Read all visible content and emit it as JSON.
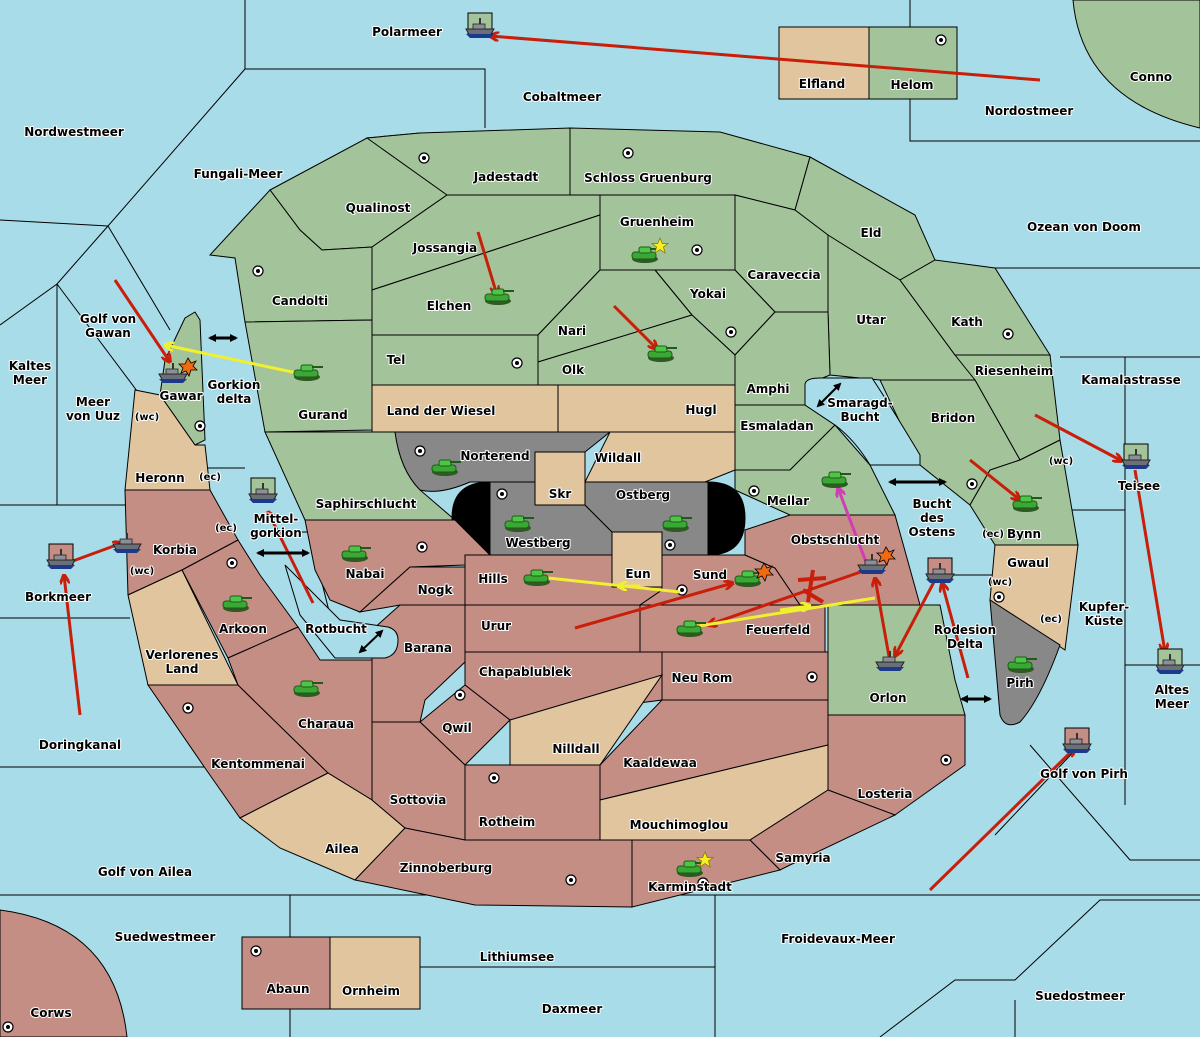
{
  "colors": {
    "sea": "#a8dce8",
    "power_green": "#a3c49a",
    "power_red": "#c48e85",
    "neutral": "#e0c59e",
    "impassable": "#888888",
    "order_move": "#c81e0a",
    "order_support": "#f0f030",
    "order_convoy": "#d23cb4"
  },
  "regions": [
    {
      "id": "polarmeer",
      "label": "Polarmeer",
      "type": "sea"
    },
    {
      "id": "cobaltmeer",
      "label": "Cobaltmeer",
      "type": "sea"
    },
    {
      "id": "nordwestmeer",
      "label": "Nordwestmeer",
      "type": "sea"
    },
    {
      "id": "fungali",
      "label": "Fungali-Meer",
      "type": "sea"
    },
    {
      "id": "nordostmeer",
      "label": "Nordostmeer",
      "type": "sea"
    },
    {
      "id": "ozean",
      "label": "Ozean von Doom",
      "type": "sea"
    },
    {
      "id": "kamalastrasse",
      "label": "Kamalastrasse",
      "type": "sea"
    },
    {
      "id": "kaltes",
      "label": "Kaltes Meer",
      "type": "sea"
    },
    {
      "id": "uuz",
      "label": "Meer von Uuz",
      "type": "sea"
    },
    {
      "id": "golfgawan",
      "label": "Golf von Gawan",
      "type": "sea"
    },
    {
      "id": "gorkiondelta",
      "label": "Gorkion delta",
      "type": "sea"
    },
    {
      "id": "mittelgorkion",
      "label": "Mittel-gorkion",
      "type": "sea"
    },
    {
      "id": "rotbucht",
      "label": "Rotbucht",
      "type": "sea"
    },
    {
      "id": "borkmeer",
      "label": "Borkmeer",
      "type": "sea"
    },
    {
      "id": "doringkanal",
      "label": "Doringkanal",
      "type": "sea"
    },
    {
      "id": "golfailea",
      "label": "Golf von Ailea",
      "type": "sea"
    },
    {
      "id": "suedwestmeer",
      "label": "Suedwestmeer",
      "type": "sea"
    },
    {
      "id": "lithiumsee",
      "label": "Lithiumsee",
      "type": "sea"
    },
    {
      "id": "daxmeer",
      "label": "Daxmeer",
      "type": "sea"
    },
    {
      "id": "froidevaux",
      "label": "Froidevaux-Meer",
      "type": "sea"
    },
    {
      "id": "suedostmeer",
      "label": "Suedostmeer",
      "type": "sea"
    },
    {
      "id": "golfpirh",
      "label": "Golf von Pirh",
      "type": "sea"
    },
    {
      "id": "altesmeer",
      "label": "Altes Meer",
      "type": "sea"
    },
    {
      "id": "kupfer",
      "label": "Kupfer-Küste",
      "type": "sea"
    },
    {
      "id": "rodesion",
      "label": "Rodesion Delta",
      "type": "sea"
    },
    {
      "id": "buchtostens",
      "label": "Bucht des Ostens",
      "type": "sea"
    },
    {
      "id": "smaragd",
      "label": "Smaragd-Bucht",
      "type": "sea"
    },
    {
      "id": "teisee",
      "label": "Teisee",
      "type": "sea"
    },
    {
      "id": "conno",
      "label": "Conno",
      "type": "green",
      "sc": true
    },
    {
      "id": "elfland",
      "label": "Elfland",
      "type": "tan"
    },
    {
      "id": "helom",
      "label": "Helom",
      "type": "green",
      "sc": true
    },
    {
      "id": "jadestadt",
      "label": "Jadestadt",
      "type": "green",
      "sc": true
    },
    {
      "id": "schloss",
      "label": "Schloss Gruenburg",
      "type": "green",
      "sc": true
    },
    {
      "id": "qualinost",
      "label": "Qualinost",
      "type": "green"
    },
    {
      "id": "jossangia",
      "label": "Jossangia",
      "type": "green"
    },
    {
      "id": "gruenheim",
      "label": "Gruenheim",
      "type": "green",
      "sc": true
    },
    {
      "id": "eld",
      "label": "Eld",
      "type": "green"
    },
    {
      "id": "candolti",
      "label": "Candolti",
      "type": "green",
      "sc": true
    },
    {
      "id": "elchen",
      "label": "Elchen",
      "type": "green"
    },
    {
      "id": "caraveccia",
      "label": "Caraveccia",
      "type": "green"
    },
    {
      "id": "yokai",
      "label": "Yokai",
      "type": "green",
      "sc": true
    },
    {
      "id": "nari",
      "label": "Nari",
      "type": "green"
    },
    {
      "id": "olk",
      "label": "Olk",
      "type": "green"
    },
    {
      "id": "tel",
      "label": "Tel",
      "type": "green",
      "sc": true
    },
    {
      "id": "utar",
      "label": "Utar",
      "type": "green"
    },
    {
      "id": "kath",
      "label": "Kath",
      "type": "green",
      "sc": true
    },
    {
      "id": "riesenheim",
      "label": "Riesenheim",
      "type": "green"
    },
    {
      "id": "gawar",
      "label": "Gawar",
      "type": "green",
      "sc": true
    },
    {
      "id": "gurand",
      "label": "Gurand",
      "type": "green"
    },
    {
      "id": "amphi",
      "label": "Amphi",
      "type": "green"
    },
    {
      "id": "esmaladan",
      "label": "Esmaladan",
      "type": "green"
    },
    {
      "id": "bridon",
      "label": "Bridon",
      "type": "green",
      "sc": true
    },
    {
      "id": "mellar",
      "label": "Mellar",
      "type": "green",
      "sc": true
    },
    {
      "id": "bynn",
      "label": "Bynn",
      "type": "green"
    },
    {
      "id": "saphirschlucht",
      "label": "Saphirschlucht",
      "type": "green"
    },
    {
      "id": "orlon",
      "label": "Orlon",
      "type": "green"
    },
    {
      "id": "landwiesel",
      "label": "Land der Wiesel",
      "type": "tan"
    },
    {
      "id": "hugl",
      "label": "Hugl",
      "type": "tan"
    },
    {
      "id": "wildall",
      "label": "Wildall",
      "type": "tan"
    },
    {
      "id": "skr",
      "label": "Skr",
      "type": "tan"
    },
    {
      "id": "eun",
      "label": "Eun",
      "type": "tan"
    },
    {
      "id": "heronn",
      "label": "Heronn",
      "type": "tan"
    },
    {
      "id": "gwaul",
      "label": "Gwaul",
      "type": "tan"
    },
    {
      "id": "verlorenes",
      "label": "Verlorenes Land",
      "type": "tan"
    },
    {
      "id": "nilldall",
      "label": "Nilldall",
      "type": "tan"
    },
    {
      "id": "mouchimoglou",
      "label": "Mouchimoglou",
      "type": "tan"
    },
    {
      "id": "ailea",
      "label": "Ailea",
      "type": "tan"
    },
    {
      "id": "ornheim",
      "label": "Ornheim",
      "type": "tan"
    },
    {
      "id": "norterend",
      "label": "Norterend",
      "type": "gray",
      "sc": true
    },
    {
      "id": "westberg",
      "label": "Westberg",
      "type": "gray",
      "sc": true
    },
    {
      "id": "ostberg",
      "label": "Ostberg",
      "type": "gray",
      "sc": true
    },
    {
      "id": "pirh",
      "label": "Pirh",
      "type": "gray",
      "sc": true
    },
    {
      "id": "korbia",
      "label": "Korbia",
      "type": "red"
    },
    {
      "id": "arkoon",
      "label": "Arkoon",
      "type": "red",
      "sc": true
    },
    {
      "id": "nabai",
      "label": "Nabai",
      "type": "red",
      "sc": true
    },
    {
      "id": "nogk",
      "label": "Nogk",
      "type": "red"
    },
    {
      "id": "hills",
      "label": "Hills",
      "type": "red"
    },
    {
      "id": "sund",
      "label": "Sund",
      "type": "red",
      "sc": true
    },
    {
      "id": "obstschlucht",
      "label": "Obstschlucht",
      "type": "red"
    },
    {
      "id": "urur",
      "label": "Urur",
      "type": "red"
    },
    {
      "id": "feuerfeld",
      "label": "Feuerfeld",
      "type": "red"
    },
    {
      "id": "barana",
      "label": "Barana",
      "type": "red"
    },
    {
      "id": "chapablublek",
      "label": "Chapablublek",
      "type": "red"
    },
    {
      "id": "neurom",
      "label": "Neu Rom",
      "type": "red",
      "sc": true
    },
    {
      "id": "charaua",
      "label": "Charaua",
      "type": "red"
    },
    {
      "id": "qwil",
      "label": "Qwil",
      "type": "red",
      "sc": true
    },
    {
      "id": "kentommenai",
      "label": "Kentommenai",
      "type": "red",
      "sc": true
    },
    {
      "id": "kaaldewaa",
      "label": "Kaaldewaa",
      "type": "red"
    },
    {
      "id": "sottovia",
      "label": "Sottovia",
      "type": "red"
    },
    {
      "id": "rotheim",
      "label": "Rotheim",
      "type": "red",
      "sc": true
    },
    {
      "id": "losteria",
      "label": "Losteria",
      "type": "red",
      "sc": true
    },
    {
      "id": "samyria",
      "label": "Samyria",
      "type": "red"
    },
    {
      "id": "zinnoberburg",
      "label": "Zinnoberburg",
      "type": "red",
      "sc": true
    },
    {
      "id": "karminstadt",
      "label": "Karminstadt",
      "type": "red",
      "sc": true
    },
    {
      "id": "abaun",
      "label": "Abaun",
      "type": "red",
      "sc": true
    },
    {
      "id": "corws",
      "label": "Corws",
      "type": "red",
      "sc": true
    }
  ],
  "coast_labels": [
    "(wc)",
    "(ec)",
    "(ec)",
    "(wc)",
    "(wc)",
    "(ec)",
    "(wc)",
    "(ec)"
  ],
  "units": [
    {
      "type": "fleet",
      "owner": "green",
      "location": "Polarmeer"
    },
    {
      "type": "fleet",
      "owner": "green",
      "location": "Gawar",
      "dislodged": true
    },
    {
      "type": "army",
      "owner": "green",
      "location": "Gurand"
    },
    {
      "type": "army",
      "owner": "green",
      "location": "Elchen"
    },
    {
      "type": "army",
      "owner": "green",
      "location": "Gruenheim",
      "star": true
    },
    {
      "type": "army",
      "owner": "green",
      "location": "Olk"
    },
    {
      "type": "army",
      "owner": "green",
      "location": "Mellar"
    },
    {
      "type": "army",
      "owner": "green",
      "location": "Bynn"
    },
    {
      "type": "fleet",
      "owner": "green",
      "location": "Teisee"
    },
    {
      "type": "fleet",
      "owner": "green",
      "location": "Altes Meer"
    },
    {
      "type": "fleet",
      "owner": "green",
      "location": "Mittel-gorkion"
    },
    {
      "type": "army",
      "owner": "gray",
      "location": "Norterend"
    },
    {
      "type": "army",
      "owner": "gray",
      "location": "Westberg"
    },
    {
      "type": "army",
      "owner": "gray",
      "location": "Ostberg"
    },
    {
      "type": "army",
      "owner": "gray",
      "location": "Pirh"
    },
    {
      "type": "fleet",
      "owner": "red",
      "location": "Borkmeer"
    },
    {
      "type": "fleet",
      "owner": "red",
      "location": "Korbia"
    },
    {
      "type": "army",
      "owner": "red",
      "location": "Arkoon"
    },
    {
      "type": "army",
      "owner": "red",
      "location": "Nabai"
    },
    {
      "type": "army",
      "owner": "red",
      "location": "Charaua"
    },
    {
      "type": "army",
      "owner": "red",
      "location": "Hills"
    },
    {
      "type": "army",
      "owner": "red",
      "location": "Sund",
      "dislodged": true
    },
    {
      "type": "army",
      "owner": "red",
      "location": "Feuerfeld"
    },
    {
      "type": "fleet",
      "owner": "red",
      "location": "Obstschlucht",
      "dislodged": true
    },
    {
      "type": "fleet",
      "owner": "red",
      "location": "Bucht des Ostens"
    },
    {
      "type": "fleet",
      "owner": "red",
      "location": "Orlon"
    },
    {
      "type": "fleet",
      "owner": "red",
      "location": "Golf von Pirh"
    },
    {
      "type": "army",
      "owner": "red",
      "location": "Karminstadt",
      "star": true
    }
  ],
  "orders_legend": [
    "move",
    "support",
    "convoy",
    "swap-arrow",
    "failed-x"
  ]
}
